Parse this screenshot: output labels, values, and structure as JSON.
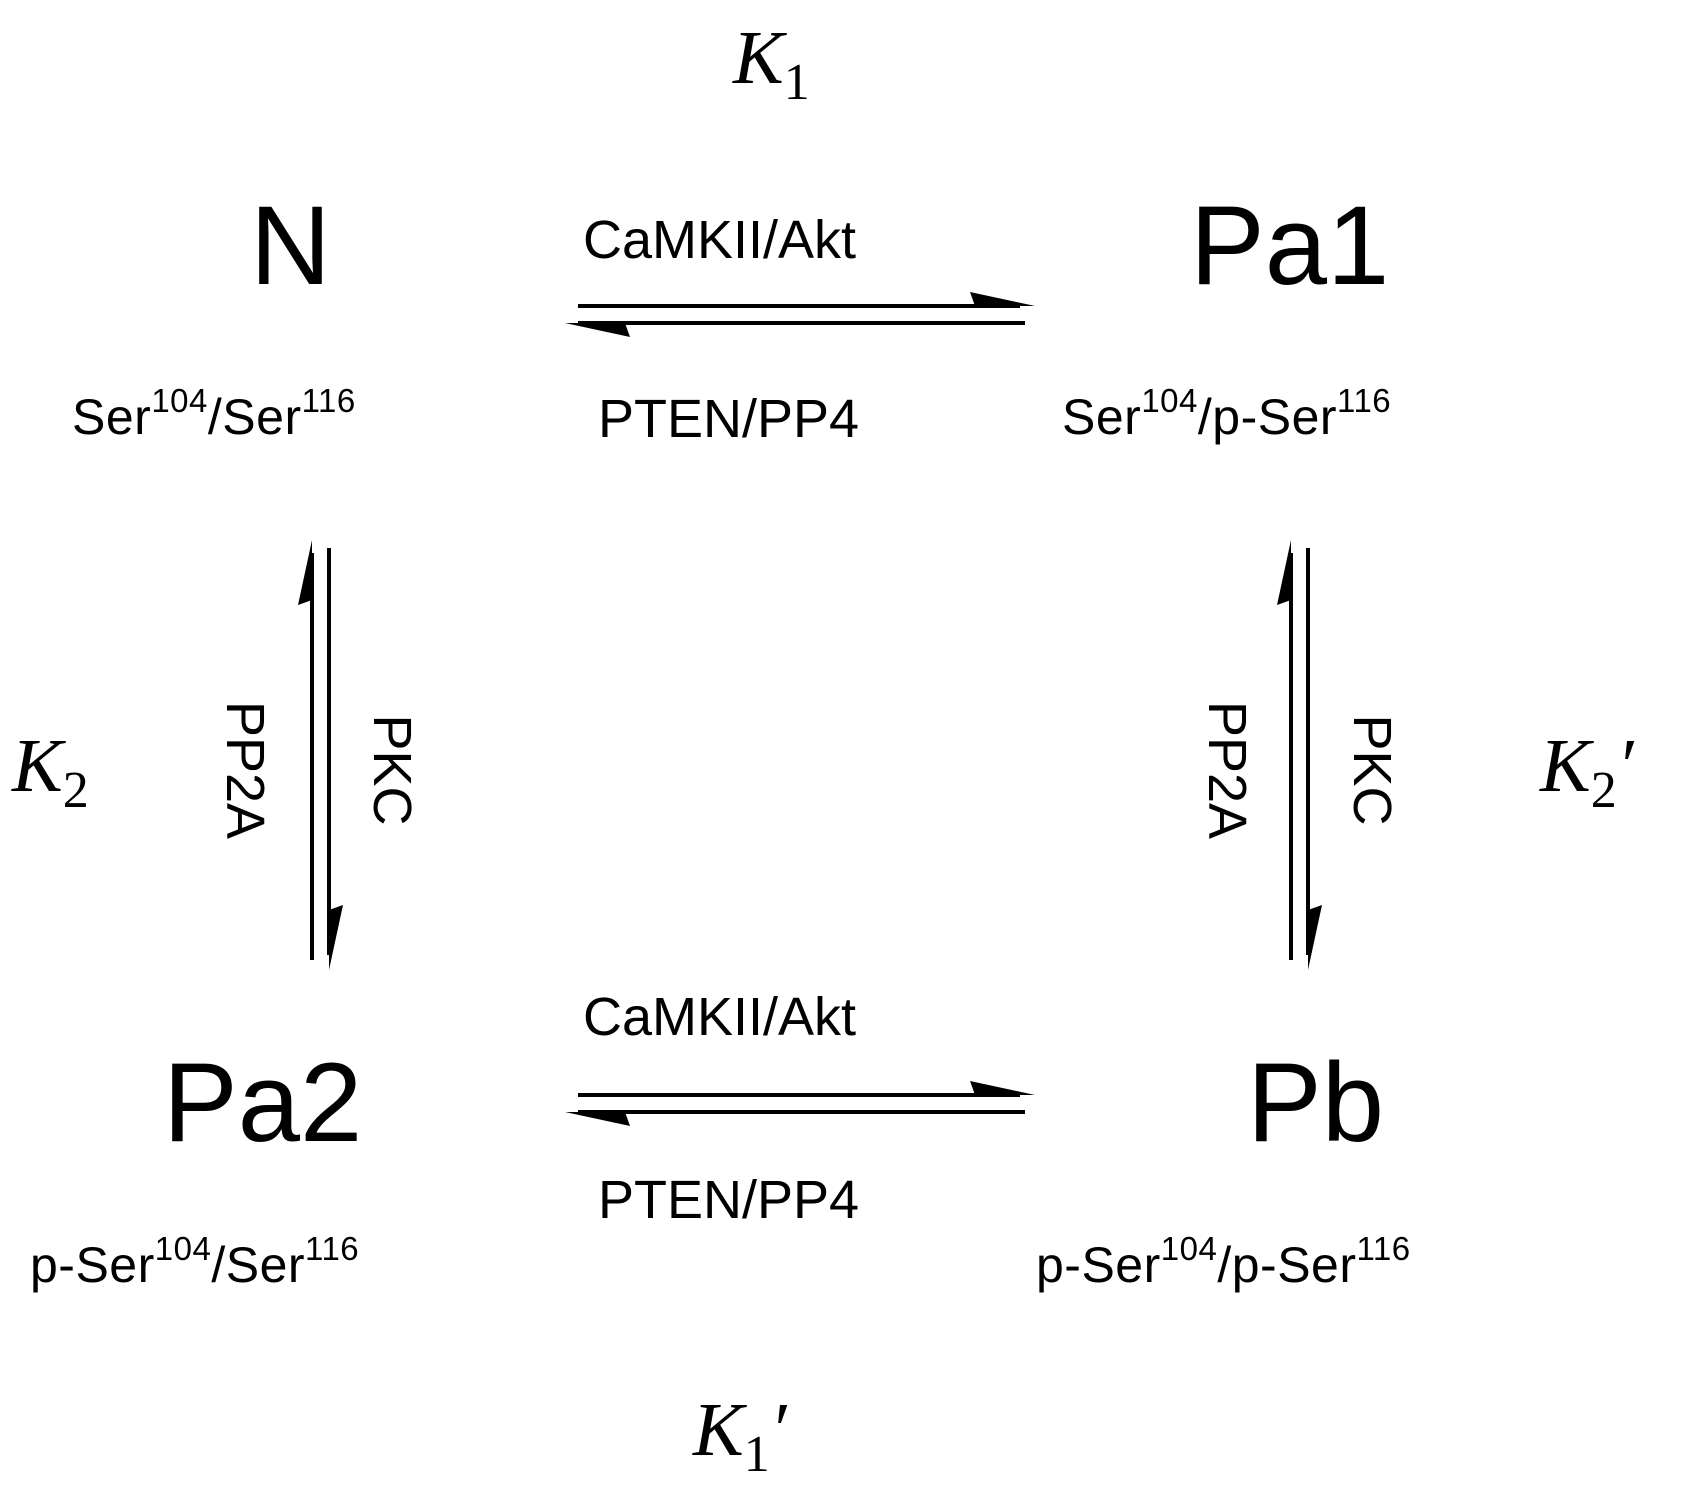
{
  "constants": {
    "k1": {
      "main": "K",
      "sub": "1",
      "prime": ""
    },
    "k1p": {
      "main": "K",
      "sub": "1",
      "prime": "′"
    },
    "k2": {
      "main": "K",
      "sub": "2",
      "prime": ""
    },
    "k2p": {
      "main": "K",
      "sub": "2",
      "prime": "′"
    }
  },
  "states": {
    "n": {
      "name": "N",
      "site_a": "Ser",
      "sup_a": "104",
      "sep": "/",
      "site_b": "Ser",
      "sup_b": "116"
    },
    "pa1": {
      "name": "Pa1",
      "site_a": "Ser",
      "sup_a": "104",
      "sep": "/",
      "site_b": "p-Ser",
      "sup_b": "116"
    },
    "pa2": {
      "name": "Pa2",
      "site_a": "p-Ser",
      "sup_a": "104",
      "sep": "/",
      "site_b": "Ser",
      "sup_b": "116"
    },
    "pb": {
      "name": "Pb",
      "site_a": "p-Ser",
      "sup_a": "104",
      "sep": "/",
      "site_b": "p-Ser",
      "sup_b": "116"
    }
  },
  "enzymes": {
    "top_forward": "CaMKII/Akt",
    "top_reverse": "PTEN/PP4",
    "bottom_forward": "CaMKII/Akt",
    "bottom_reverse": "PTEN/PP4",
    "left_up": "PP2A",
    "left_down": "PKC",
    "right_up": "PP2A",
    "right_down": "PKC"
  }
}
